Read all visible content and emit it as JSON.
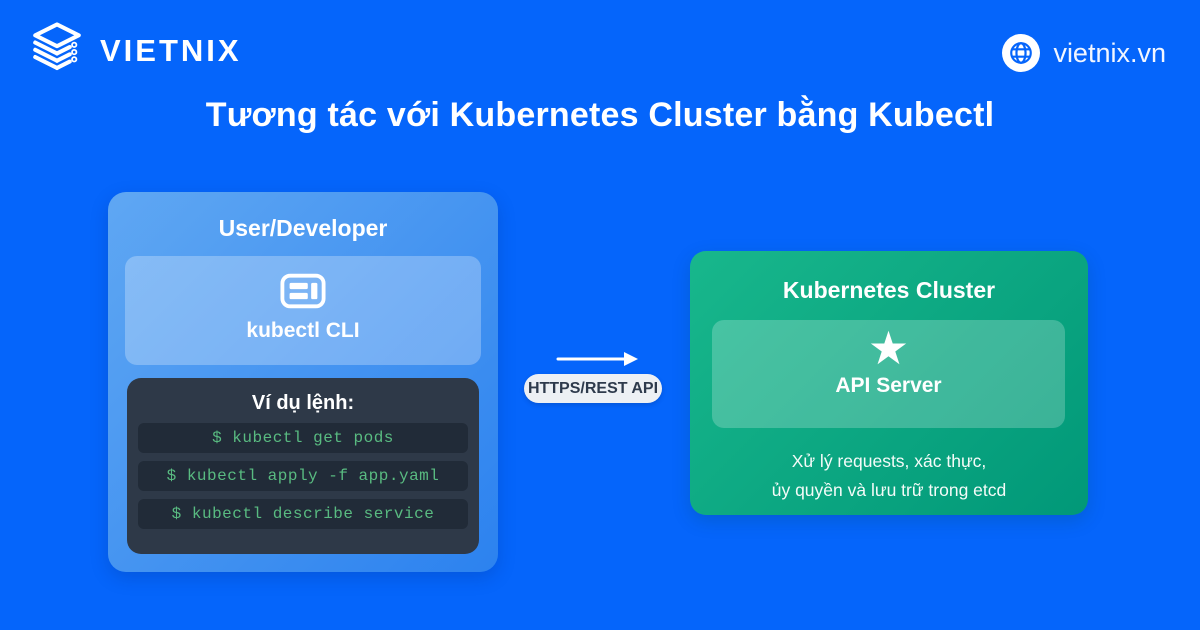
{
  "colors": {
    "background": "#0565fb",
    "left_card_gradient": [
      "#5fa7f3",
      "#2c82ef"
    ],
    "terminal_bg": "#2e3948",
    "terminal_row_bg": "#212b38",
    "command_text": "#59bb81",
    "green_card_gradient": [
      "#18b78c",
      "#019878"
    ],
    "pill_bg": "#edf0f4",
    "pill_text": "#2e3a4c"
  },
  "header": {
    "brand": "VIETNIX",
    "brand_icon": "vietnix-stacked-layers-icon",
    "website": "vietnix.vn",
    "website_icon": "globe-icon"
  },
  "title": "Tương tác với Kubernetes Cluster bằng Kubectl",
  "left_panel": {
    "title": "User/Developer",
    "tool": {
      "icon": "terminal-window-icon",
      "label": "kubectl CLI"
    },
    "examples": {
      "title": "Ví dụ lệnh:",
      "commands": [
        "$ kubectl get pods",
        "$ kubectl apply -f app.yaml",
        "$ kubectl describe service"
      ]
    }
  },
  "connector": {
    "arrow": "right-arrow-icon",
    "label": "HTTPS/REST API"
  },
  "right_panel": {
    "title": "Kubernetes Cluster",
    "server": {
      "icon": "star-icon",
      "star_glyph": "★",
      "label": "API Server"
    },
    "description_line1": "Xử lý requests, xác thực,",
    "description_line2": "ủy quyền và lưu trữ trong etcd"
  }
}
